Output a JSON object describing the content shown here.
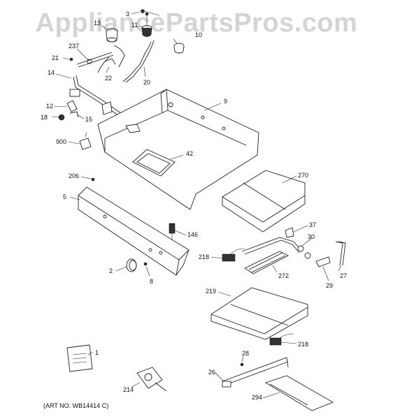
{
  "watermark": "AppliancePartsPros.com",
  "art_number": "(ART NO. WB14414 C)",
  "callouts": [
    "3",
    "13",
    "11",
    "10",
    "237",
    "21",
    "22",
    "14",
    "20",
    "9",
    "12",
    "15",
    "18",
    "900",
    "42",
    "206",
    "270",
    "5",
    "37",
    "146",
    "30",
    "218",
    "2",
    "8",
    "272",
    "27",
    "29",
    "219",
    "218",
    "1",
    "28",
    "26",
    "214",
    "294"
  ]
}
